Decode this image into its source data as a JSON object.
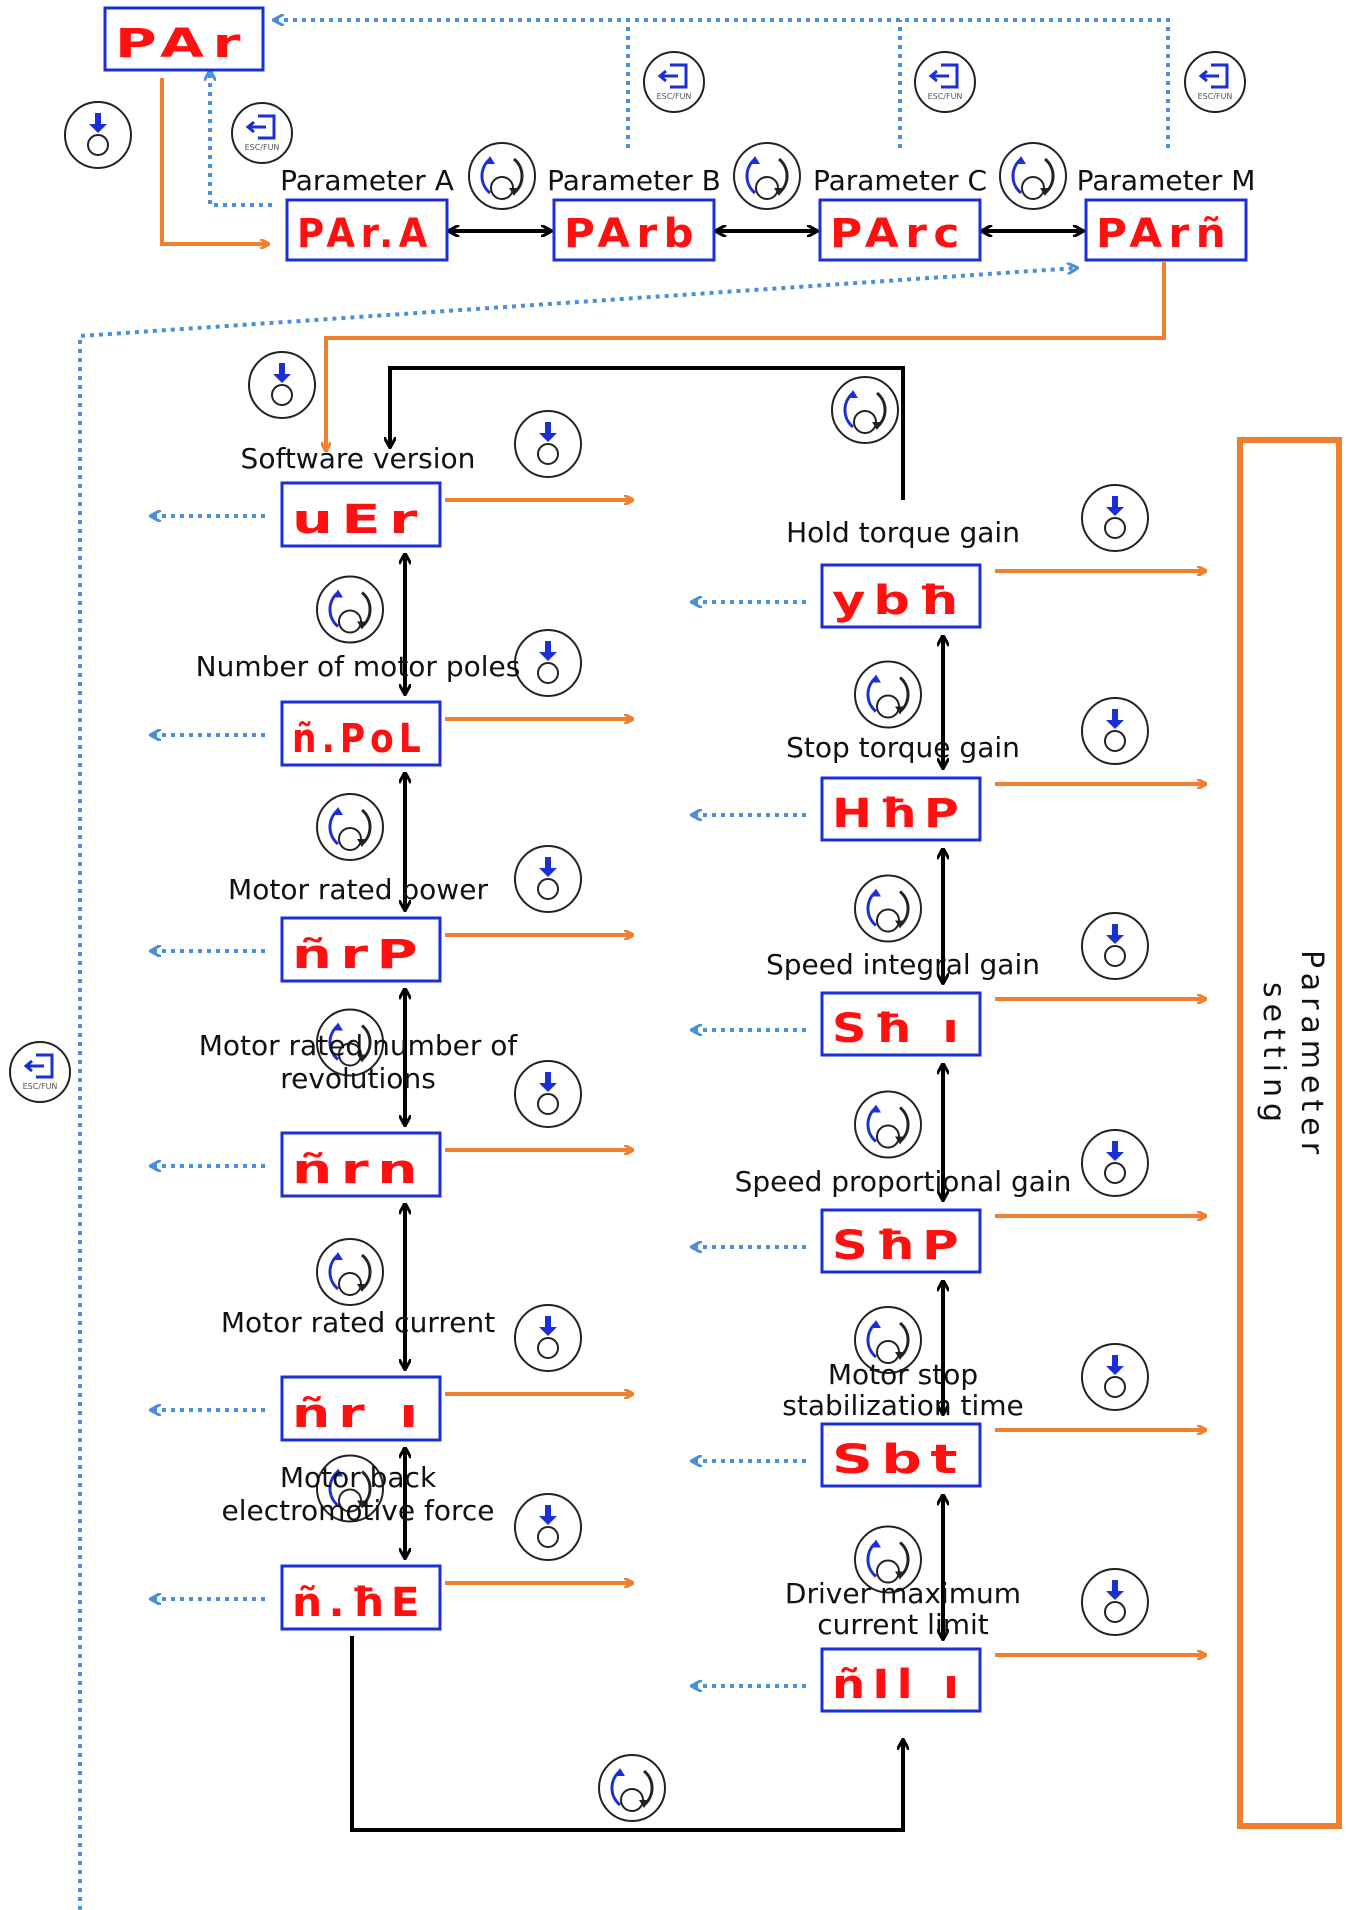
{
  "colors": {
    "display_border": "#1a2fd6",
    "display_text": "#ff1010",
    "orange_arrow": "#f08030",
    "blue_dotted": "#4a8fd8",
    "black_arrow": "#000000",
    "knob_blue": "#1a2fd6"
  },
  "icons": {
    "press": "knob-press-icon",
    "rotate": "knob-rotate-icon",
    "esc": "esc-fun-button-icon"
  },
  "top": {
    "root_display": "PAr",
    "groups": [
      {
        "label": "Parameter A",
        "display": "PAr.A"
      },
      {
        "label": "Parameter B",
        "display": "PArb"
      },
      {
        "label": "Parameter C",
        "display": "PArc"
      },
      {
        "label": "Parameter M",
        "display": "PArñ"
      }
    ]
  },
  "esc_label": "ESC/FUN",
  "left_params": [
    {
      "label": "Software version",
      "display": "uEr"
    },
    {
      "label": "Number of motor poles",
      "display": "ñ.PoL"
    },
    {
      "label": "Motor rated power",
      "display": "ñrP"
    },
    {
      "label": "Motor rated number of\nrevolutions",
      "label_lines": [
        "Motor rated number of",
        "revolutions"
      ],
      "display": "ñrn"
    },
    {
      "label": "Motor rated current",
      "display": "ñr ı"
    },
    {
      "label": "Motor back\nelectromotive force",
      "label_lines": [
        "Motor back",
        "electromotive force"
      ],
      "display": "ñ.ħE"
    }
  ],
  "right_params": [
    {
      "label": "Hold torque gain",
      "display": "ybħ"
    },
    {
      "label": "Stop torque gain",
      "display": "HħP"
    },
    {
      "label": "Speed integral gain",
      "display": "Sħ ı"
    },
    {
      "label": "Speed proportional gain",
      "display": "SħP"
    },
    {
      "label": "Motor stop\nstabilization time",
      "label_lines": [
        "Motor stop",
        "stabilization time"
      ],
      "display": "Sbt"
    },
    {
      "label": "Driver maximum\ncurrent limit",
      "label_lines": [
        "Driver maximum",
        "current limit"
      ],
      "display": "ñIl ı"
    }
  ],
  "side_panel": {
    "label_lines": [
      "Parameter",
      "setting"
    ]
  }
}
